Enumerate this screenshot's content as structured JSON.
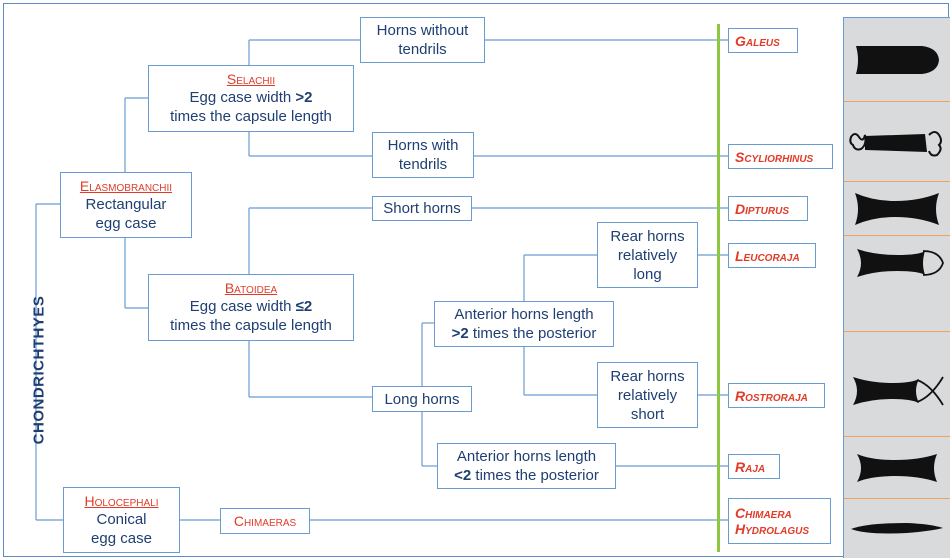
{
  "root_label": "CHONDRICHTHYES",
  "elasmobranchii": {
    "title": "Elasmobranchii",
    "line1": "Rectangular",
    "line2": "egg case"
  },
  "selachii": {
    "title": "Selachii",
    "pre": "Egg case width ",
    "bold": ">2",
    "line2": "times the capsule length"
  },
  "batoidea": {
    "title": "Batoidea",
    "pre": "Egg case width ",
    "bold": "≤2",
    "line2": "times the capsule length"
  },
  "holocephali": {
    "title": "Holocephali",
    "line1": "Conical",
    "line2": "egg case"
  },
  "chimaeras": {
    "title": "Chimaeras"
  },
  "horns_without": {
    "line1": "Horns without",
    "line2": "tendrils"
  },
  "horns_with": {
    "line1": "Horns with",
    "line2": "tendrils"
  },
  "short_horns": {
    "label": "Short horns"
  },
  "long_horns": {
    "label": "Long horns"
  },
  "anterior_gt": {
    "line1": "Anterior horns length",
    "bold": ">2",
    "rest": " times the posterior"
  },
  "anterior_lt": {
    "line1": "Anterior horns length",
    "bold": "<2",
    "rest": " times the posterior"
  },
  "rear_long": {
    "line1": "Rear horns",
    "line2": "relatively",
    "line3": "long"
  },
  "rear_short": {
    "line1": "Rear horns",
    "line2": "relatively",
    "line3": "short"
  },
  "genera": {
    "galeus": "Galeus",
    "scyliorhinus": "Scyliorhinus",
    "dipturus": "Dipturus",
    "leucoraja": "Leucoraja",
    "rostroraja": "Rostroraja",
    "raja": "Raja",
    "chimaera": "Chimaera",
    "hydrolagus": "Hydrolagus"
  },
  "colors": {
    "line": "#6a9bd1",
    "accent_red": "#e03c2a",
    "navy": "#1f3f72",
    "green_bar": "#8fc840",
    "panel": "#d9dadc",
    "separator": "#f0a15a"
  }
}
